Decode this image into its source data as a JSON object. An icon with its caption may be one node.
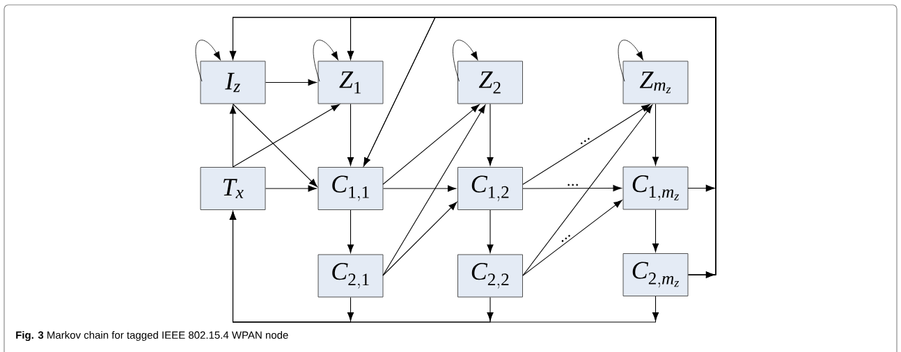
{
  "diagram": {
    "caption": "**Fig. 3** Markov chain for tagged IEEE 802.15.4 WPAN node",
    "nodes": [
      {
        "text": [
          "I_z"
        ]
      },
      {
        "text": [
          "Z_1"
        ]
      },
      {
        "text": [
          "Z_2"
        ]
      },
      {
        "text": [
          "Z_{m_z}"
        ]
      },
      {
        "text": [
          "T_x"
        ]
      },
      {
        "text": [
          "C_{1,1}"
        ]
      },
      {
        "text": [
          "C_{1,2}"
        ]
      },
      {
        "text": [
          "C_{1,m_z}"
        ]
      },
      {
        "text": [
          "C_{2,1}"
        ]
      },
      {
        "text": [
          "C_{2,2}"
        ]
      },
      {
        "text": [
          "C_{2,m_z}"
        ]
      }
    ],
    "edges": [
      {
        "from": 0,
        "to": 0,
        "arrow": "to"
      },
      {
        "from": 1,
        "to": 1,
        "arrow": "to"
      },
      {
        "from": 2,
        "to": 2,
        "arrow": "to"
      },
      {
        "from": 3,
        "to": 3,
        "arrow": "to"
      },
      {
        "from": 0,
        "to": 1,
        "arrow": "to"
      },
      {
        "from": 4,
        "to": 0,
        "arrow": "to"
      },
      {
        "from": 4,
        "to": 1,
        "arrow": "to"
      },
      {
        "from": 0,
        "to": 5,
        "arrow": "to"
      },
      {
        "from": 4,
        "to": 5,
        "arrow": "to"
      },
      {
        "from": 1,
        "to": 5,
        "arrow": "to"
      },
      {
        "from": 5,
        "to": 2,
        "arrow": "to"
      },
      {
        "from": 5,
        "to": 6,
        "arrow": "to"
      },
      {
        "from": 5,
        "to": 8,
        "arrow": "to"
      },
      {
        "from": 8,
        "to": 2,
        "arrow": "to"
      },
      {
        "from": 8,
        "to": 6,
        "arrow": "to"
      },
      {
        "from": 2,
        "to": 6,
        "arrow": "to"
      },
      {
        "from": 6,
        "to": 9,
        "arrow": "to"
      },
      {
        "from": 6,
        "to": 3,
        "arrow": "to"
      },
      {
        "from": 6,
        "to": 7,
        "arrow": "to"
      },
      {
        "from": 9,
        "to": 3,
        "arrow": "to"
      },
      {
        "from": 9,
        "to": 7,
        "arrow": "to"
      },
      {
        "from": 3,
        "to": 7,
        "arrow": "to"
      },
      {
        "from": 7,
        "to": 10,
        "arrow": "to"
      },
      {
        "from": 7,
        "to": 0,
        "arrow": "to"
      },
      {
        "from": 7,
        "to": 1,
        "arrow": "to"
      },
      {
        "from": 7,
        "to": 5,
        "arrow": "to"
      },
      {
        "from": 10,
        "to": 0,
        "arrow": "to"
      },
      {
        "from": 10,
        "to": 1,
        "arrow": "to"
      },
      {
        "from": 10,
        "to": 5,
        "arrow": "to"
      },
      {
        "from": 8,
        "to": 4,
        "arrow": "to"
      },
      {
        "from": 9,
        "to": 4,
        "arrow": "to"
      },
      {
        "from": 10,
        "to": 4,
        "arrow": "to"
      }
    ]
  }
}
